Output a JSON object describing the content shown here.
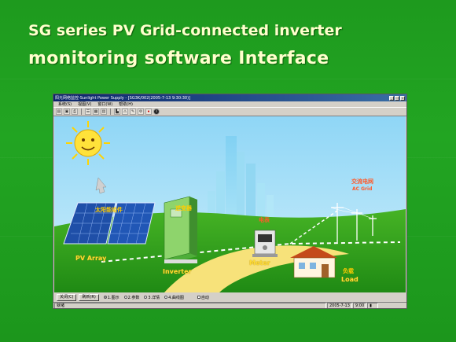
{
  "slide": {
    "title_line1": "SG series PV Grid-connected inverter",
    "title_line2": "monitoring software Interface"
  },
  "window": {
    "title": "阳光网络监控-Sunlight Power Supply - [SG3K/002(2005-7-13 9:30:30)]",
    "min_label": "_",
    "max_label": "□",
    "close_label": "×",
    "menu": [
      "系统(S)",
      "视图(V)",
      "窗口(W)",
      "帮助(H)"
    ],
    "toolbar_icons": [
      "open-icon",
      "save-icon",
      "print-icon",
      "list-icon",
      "grid-icon",
      "table-icon",
      "chart-icon",
      "alarm-icon",
      "tools-icon",
      "settings-icon",
      "stop-icon",
      "info-icon"
    ]
  },
  "scene": {
    "pv_array_cn": "太阳能组件",
    "pv_array_en": "PV Array",
    "inverter_cn": "逆变器",
    "inverter_en": "Inverter",
    "meter_cn": "电表",
    "meter_en": "Meter",
    "load_cn": "负载",
    "load_en": "Load",
    "grid_cn": "交流电网",
    "grid_en": "AC Grid"
  },
  "bottom": {
    "close_btn": "关闭(C)",
    "refresh_btn": "刷新(R)",
    "radios": [
      "1.图示",
      "2.参数",
      "3.详情",
      "4.曲线图"
    ],
    "selected_radio": 0,
    "auto_label": "自动"
  },
  "status": {
    "left": "就绪",
    "date": "2005-7-13",
    "time": "9:00"
  },
  "colors": {
    "slide_bg": "#1e9a1e",
    "title_text": "#ffffcc",
    "sky": "#6ec8f0",
    "grass": "#2f9a1e",
    "road": "#f7e27a"
  }
}
